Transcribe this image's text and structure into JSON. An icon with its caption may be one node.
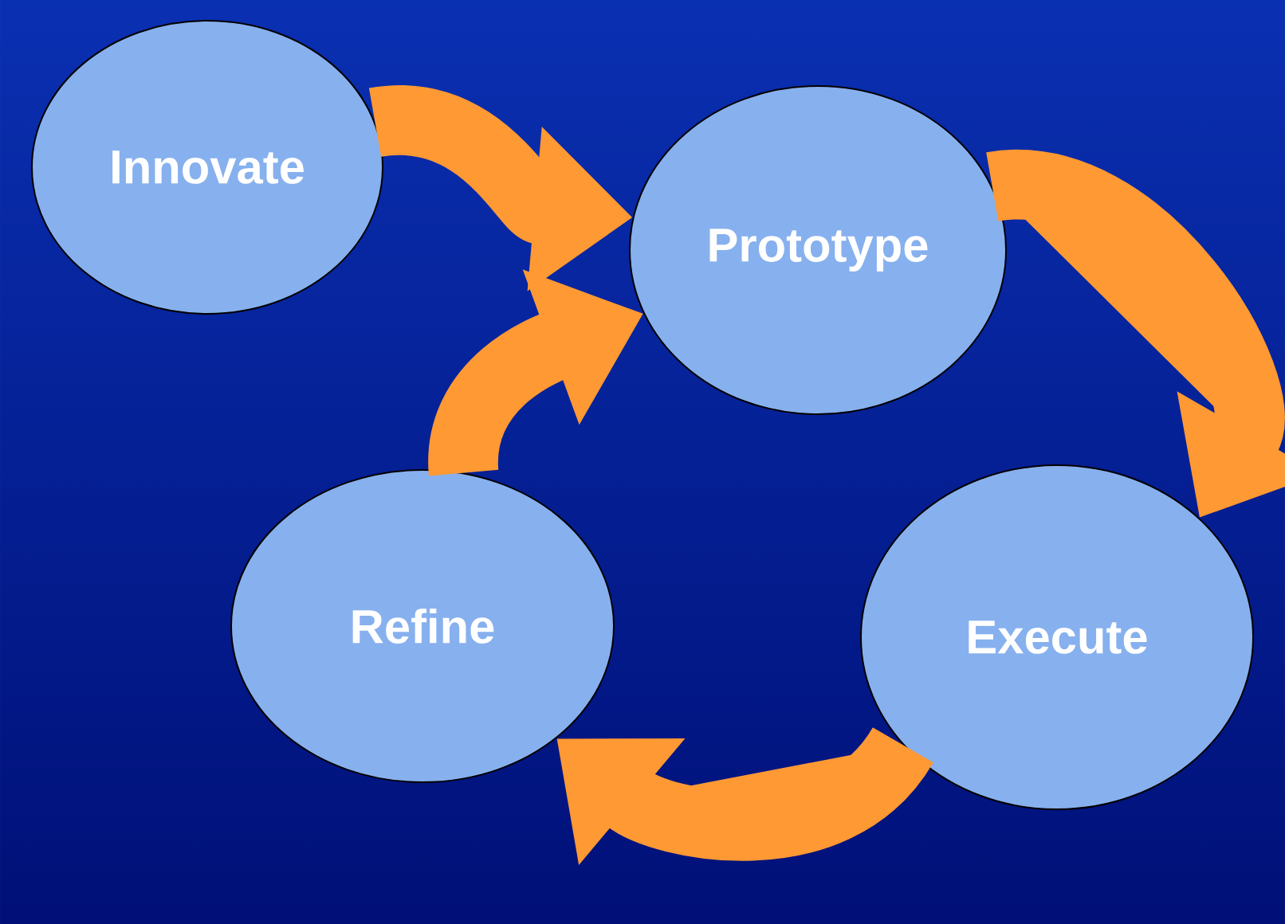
{
  "diagram": {
    "nodes": [
      {
        "text": [
          "Innovate"
        ]
      },
      {
        "text": [
          "Prototype"
        ]
      },
      {
        "text": [
          "Execute"
        ]
      },
      {
        "text": [
          "Refine"
        ]
      }
    ],
    "edges": [
      {
        "from": 0,
        "to": 1,
        "arrow": "to"
      },
      {
        "from": 1,
        "to": 2,
        "arrow": "to"
      },
      {
        "from": 2,
        "to": 3,
        "arrow": "to"
      },
      {
        "from": 3,
        "to": 1,
        "arrow": "to"
      }
    ]
  }
}
